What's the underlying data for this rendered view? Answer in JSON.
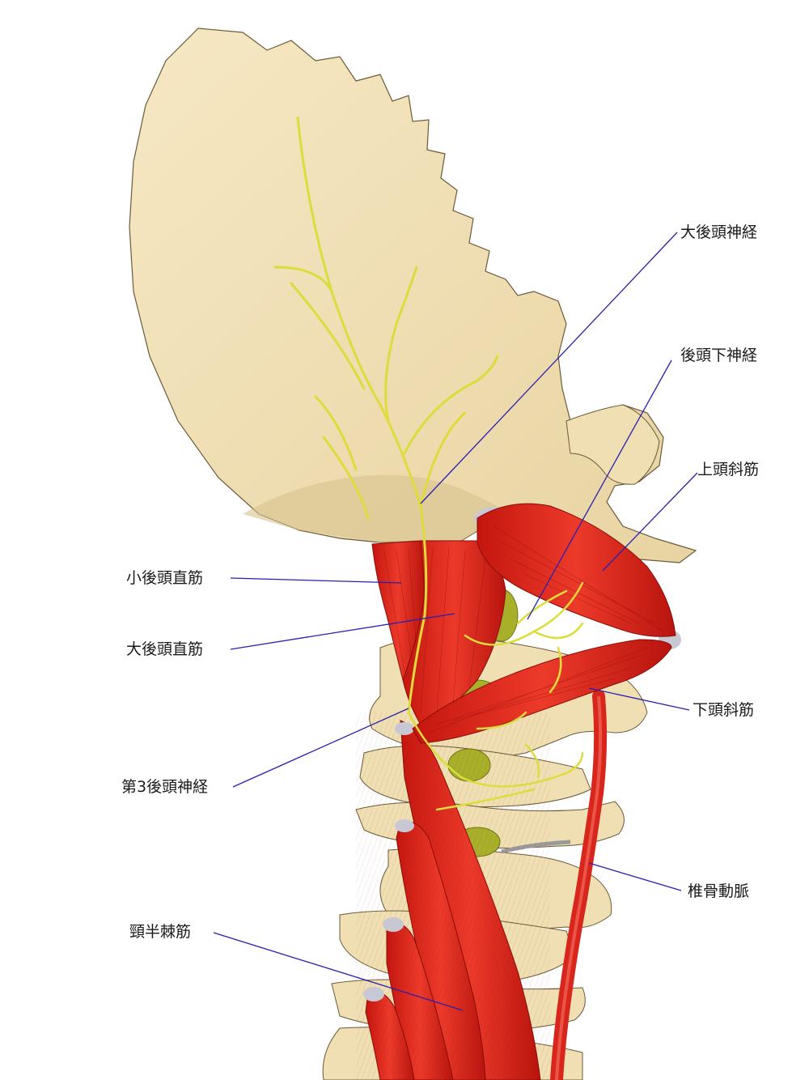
{
  "labels": {
    "greater_occipital_nerve": "大後頭神経",
    "suboccipital_nerve": "後頭下神経",
    "obliquus_capitis_superior": "上頭斜筋",
    "rectus_capitis_posterior_minor": "小後頭直筋",
    "rectus_capitis_posterior_major": "大後頭直筋",
    "obliquus_capitis_inferior": "下頭斜筋",
    "third_occipital_nerve": "第3後頭神経",
    "vertebral_artery": "椎骨動脈",
    "semispinalis_cervicis": "頸半棘筋"
  },
  "colors": {
    "bone": "#f2e2b8",
    "bone_shadow": "#d9c38f",
    "muscle": "#e0251f",
    "muscle_dark": "#a8120f",
    "tendon": "#c8c8d4",
    "nerve": "#dcdc3c",
    "artery": "#d8261c",
    "ganglion": "#a8b02a",
    "leader_line": "#2a1fb0"
  }
}
